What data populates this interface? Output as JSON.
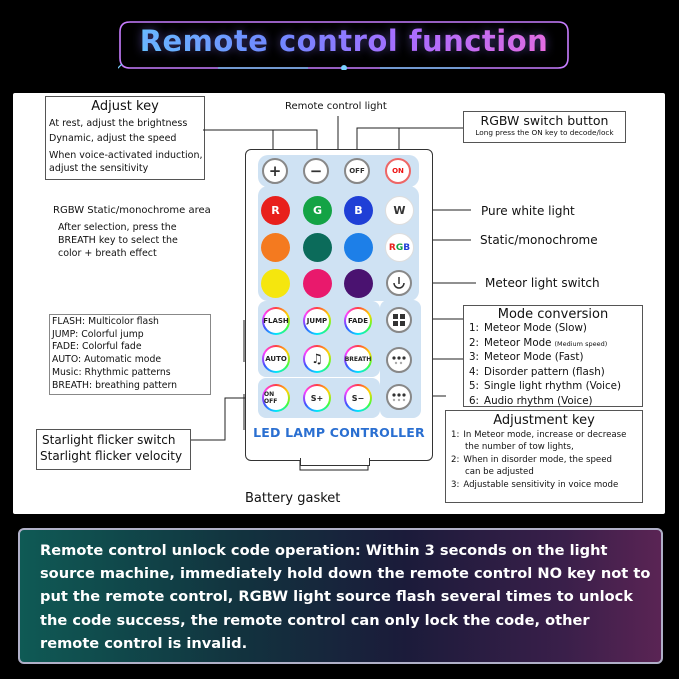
{
  "header": {
    "title": "Remote control function"
  },
  "labels": {
    "remote_light": "Remote control light",
    "rgbw_area": "RGBW Static/monochrome area",
    "after_selection": "After selection, press the BREATH key to select the color + breath effect",
    "pure_white": "Pure white light",
    "static_mono": "Static/monochrome",
    "meteor_switch": "Meteor light switch",
    "battery_gasket": "Battery gasket",
    "starlight_switch": "Starlight flicker switch",
    "starlight_velocity": "Starlight flicker velocity"
  },
  "adjust_key_box": {
    "title": "Adjust key",
    "lines": [
      "At rest, adjust the brightness",
      "Dynamic, adjust the speed",
      "When voice-activated induction,",
      "adjust the sensitivity"
    ]
  },
  "rgbw_switch_box": {
    "title": "RGBW switch button",
    "subtitle": "Long press the ON key to decode/lock"
  },
  "effects_box": {
    "lines": [
      "FLASH: Multicolor flash",
      "JUMP: Colorful jump",
      "FADE:  Colorful fade",
      "AUTO:  Automatic mode",
      "Music: Rhythmic patterns",
      "BREATH: breathing pattern"
    ]
  },
  "mode_box": {
    "title": "Mode conversion",
    "items": [
      {
        "n": "1:",
        "text": "Meteor Mode (Slow)",
        "small": ""
      },
      {
        "n": "2:",
        "text": "Meteor Mode",
        "small": "(Medium speed)"
      },
      {
        "n": "3:",
        "text": "Meteor Mode (Fast)",
        "small": ""
      },
      {
        "n": "4:",
        "text": "Disorder pattern  (flash)",
        "small": ""
      },
      {
        "n": "5:",
        "text": "Single light rhythm  (Voice)",
        "small": ""
      },
      {
        "n": "6:",
        "text": "Audio rhythm  (Voice)",
        "small": ""
      }
    ]
  },
  "adjustment_box": {
    "title": "Adjustment key",
    "items": [
      {
        "n": "1:",
        "text": "In Meteor mode, increase or decrease",
        "text2": "the number of tow lights,"
      },
      {
        "n": "2:",
        "text": "When in disorder mode, the speed",
        "text2": "can be adjusted"
      },
      {
        "n": "3:",
        "text": "Adjustable sensitivity in voice mode",
        "text2": ""
      }
    ]
  },
  "remote": {
    "brand": "LED LAMP CONTROLLER",
    "top_keys": [
      "+",
      "−",
      "OFF",
      "ON"
    ],
    "color_keys": [
      {
        "label": "R",
        "color": "#e8201c",
        "text_color": "#ffffff"
      },
      {
        "label": "G",
        "color": "#14a345",
        "text_color": "#ffffff"
      },
      {
        "label": "B",
        "color": "#1f3fd6",
        "text_color": "#ffffff"
      },
      {
        "label": "W",
        "color": "#ffffff",
        "text_color": "#333333"
      },
      {
        "label": "",
        "color": "#f47a1f",
        "text_color": "#ffffff"
      },
      {
        "label": "",
        "color": "#0b6b5a",
        "text_color": "#ffffff"
      },
      {
        "label": "",
        "color": "#1d7fe8",
        "text_color": "#ffffff"
      },
      {
        "label": "RGB",
        "color": "#ffffff",
        "text_color": "#333333"
      },
      {
        "label": "",
        "color": "#f5e60e",
        "text_color": "#ffffff"
      },
      {
        "label": "",
        "color": "#e9196c",
        "text_color": "#ffffff"
      },
      {
        "label": "",
        "color": "#4a1270",
        "text_color": "#ffffff"
      }
    ],
    "effect_keys": [
      "FLASH",
      "JUMP",
      "FADE",
      "AUTO",
      "♫",
      "BREATH"
    ],
    "speed_keys": [
      "ON OFF",
      "S+",
      "S−"
    ],
    "side_keys": [
      "meteor",
      "mode",
      "stars-up",
      "stars-down"
    ]
  },
  "bottom": {
    "text": "Remote control unlock code operation:  Within 3 seconds on the light source machine, immediately hold down the remote control NO key not to put the remote control, RGBW light source flash several times to unlock the code success, the remote control can only lock the code, other remote control is invalid."
  },
  "colors": {
    "accent_blue": "#2a6fd1",
    "zone_blue": "#cfe2f3"
  }
}
